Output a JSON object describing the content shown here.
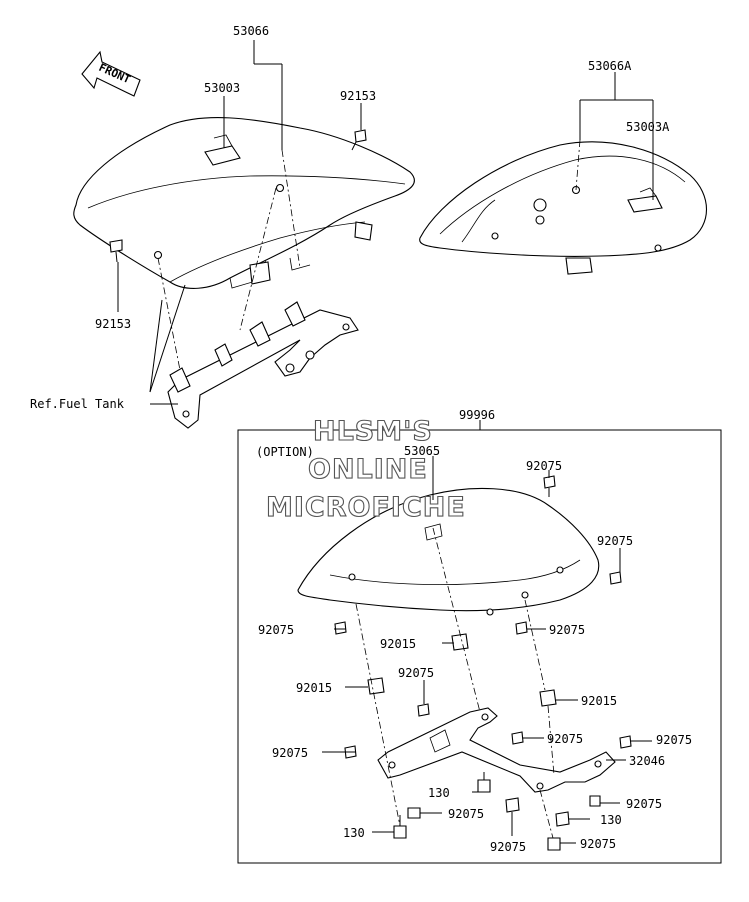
{
  "labels": {
    "p53066": "53066",
    "p53003": "53003",
    "p92153_top": "92153",
    "p92153_left": "92153",
    "p53066A": "53066A",
    "p53003A": "53003A",
    "ref_fuel_tank": "Ref.Fuel Tank",
    "p99996": "99996",
    "option": "(OPTION)",
    "p53065": "53065",
    "p92075_a": "92075",
    "p92075_b": "92075",
    "p92075_c": "92075",
    "p92075_d": "92075",
    "p92015_a": "92015",
    "p92075_e": "92075",
    "p92015_b": "92015",
    "p92015_c": "92015",
    "p92075_f": "92075",
    "p92075_g": "92075",
    "p92075_h": "92075",
    "p32046": "32046",
    "p130_a": "130",
    "p92075_i": "92075",
    "p92075_j": "92075",
    "p130_b": "130",
    "p130_c": "130",
    "p92075_k": "92075",
    "p92075_l": "92075"
  },
  "front_arrow": "FRONT",
  "watermark": {
    "line1": "HLSM'S",
    "line2": "ONLINE",
    "line3": "MICROFICHE"
  }
}
